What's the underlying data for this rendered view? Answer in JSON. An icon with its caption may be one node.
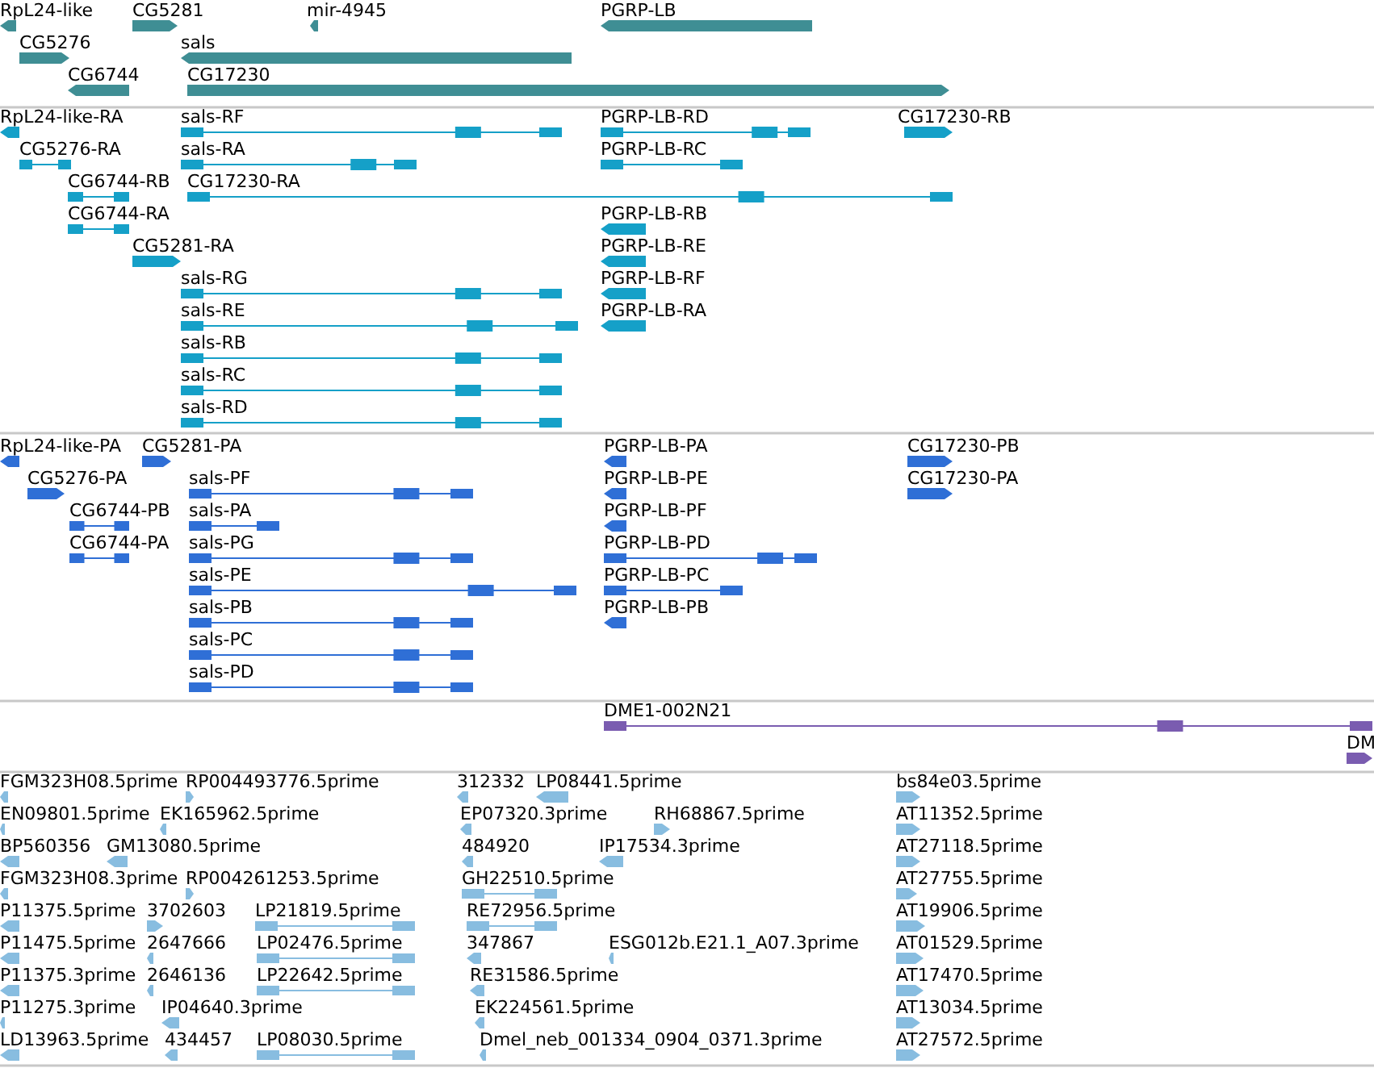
{
  "diagram": {
    "labels": [
      "RpL24-like",
      "CG5281",
      "mir-4945",
      "PGRP-LB",
      "CG5276",
      "sals",
      "CG6744",
      "CG17230",
      "RpL24-like-RA",
      "sals-RF",
      "PGRP-LB-RD",
      "CG17230-RB",
      "CG5276-RA",
      "sals-RA",
      "PGRP-LB-RC",
      "CG6744-RB",
      "CG17230-RA",
      "CG6744-RA",
      "PGRP-LB-RB",
      "CG5281-RA",
      "PGRP-LB-RE",
      "sals-RG",
      "PGRP-LB-RF",
      "sals-RE",
      "PGRP-LB-RA",
      "sals-RB",
      "sals-RC",
      "sals-RD",
      "RpL24-like-PA",
      "CG5281-PA",
      "PGRP-LB-PA",
      "CG17230-PB",
      "CG5276-PA",
      "sals-PF",
      "PGRP-LB-PE",
      "CG17230-PA",
      "CG6744-PB",
      "sals-PA",
      "PGRP-LB-PF",
      "CG6744-PA",
      "sals-PG",
      "PGRP-LB-PD",
      "sals-PE",
      "PGRP-LB-PC",
      "sals-PB",
      "PGRP-LB-PB",
      "sals-PC",
      "sals-PD",
      "DME1-002N21",
      "DM",
      "FGM323H08.5prime",
      "RP004493776.5prime",
      "312332",
      "LP08441.5prime",
      "bs84e03.5prime",
      "EN09801.5prime",
      "EK165962.5prime",
      "EP07320.3prime",
      "RH68867.5prime",
      "AT11352.5prime",
      "BP560356",
      "GM13080.5prime",
      "484920",
      "IP17534.3prime",
      "AT27118.5prime",
      "FGM323H08.3prime",
      "RP004261253.5prime",
      "GH22510.5prime",
      "AT27755.5prime",
      "P11375.5prime",
      "3702603",
      "LP21819.5prime",
      "RE72956.5prime",
      "AT19906.5prime",
      "P11475.5prime",
      "2647666",
      "LP02476.5prime",
      "347867",
      "ESG012b.E21.1_A07.3prime",
      "AT01529.5prime",
      "P11375.3prime",
      "2646136",
      "LP22642.5prime",
      "RE31586.5prime",
      "AT17470.5prime",
      "P11275.3prime",
      "IP04640.3prime",
      "EK224561.5prime",
      "AT13034.5prime",
      "LD13963.5prime",
      "434457",
      "LP08030.5prime",
      "Dmel_neb_001334_0904_0371.3prime",
      "AT27572.5prime"
    ]
  }
}
